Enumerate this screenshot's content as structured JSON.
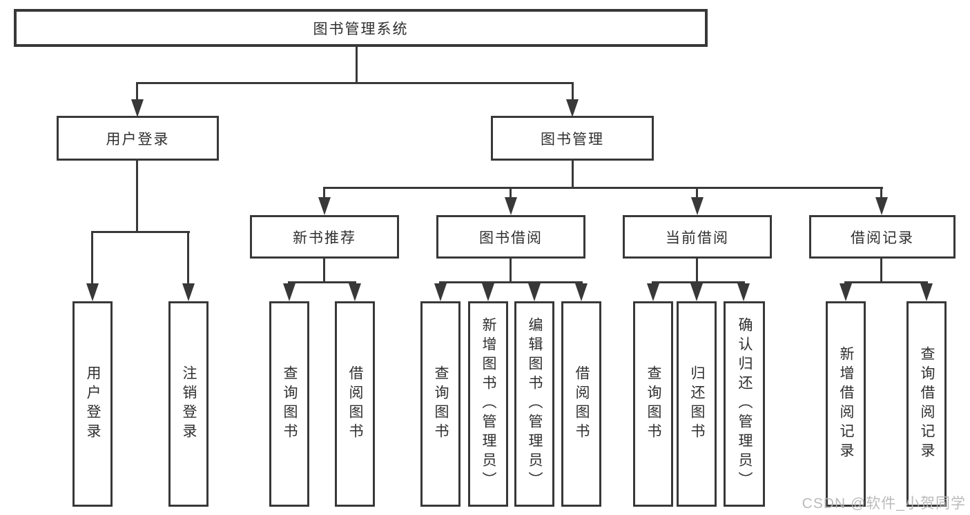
{
  "diagram": {
    "title": "图书管理系统",
    "root": {
      "label": "图书管理系统",
      "children": [
        {
          "label": "用户登录",
          "children": [
            {
              "label": "用户登录"
            },
            {
              "label": "注销登录"
            }
          ]
        },
        {
          "label": "图书管理",
          "children": [
            {
              "label": "新书推荐",
              "children": [
                {
                  "label": "查询图书"
                },
                {
                  "label": "借阅图书"
                }
              ]
            },
            {
              "label": "图书借阅",
              "children": [
                {
                  "label": "查询图书"
                },
                {
                  "label": "新增图书（管理员）"
                },
                {
                  "label": "编辑图书（管理员）"
                },
                {
                  "label": "借阅图书"
                }
              ]
            },
            {
              "label": "当前借阅",
              "children": [
                {
                  "label": "查询图书"
                },
                {
                  "label": "归还图书"
                },
                {
                  "label": "确认归还（管理员）"
                }
              ]
            },
            {
              "label": "借阅记录",
              "children": [
                {
                  "label": "新增借阅记录"
                },
                {
                  "label": "查询借阅记录"
                }
              ]
            }
          ]
        }
      ]
    }
  },
  "watermark": {
    "text": "CSDN @软件_小贺同学"
  },
  "colors": {
    "line": "#383838",
    "text": "#2f2f2f",
    "watermark": "#b5b5b5",
    "background": "#ffffff"
  }
}
